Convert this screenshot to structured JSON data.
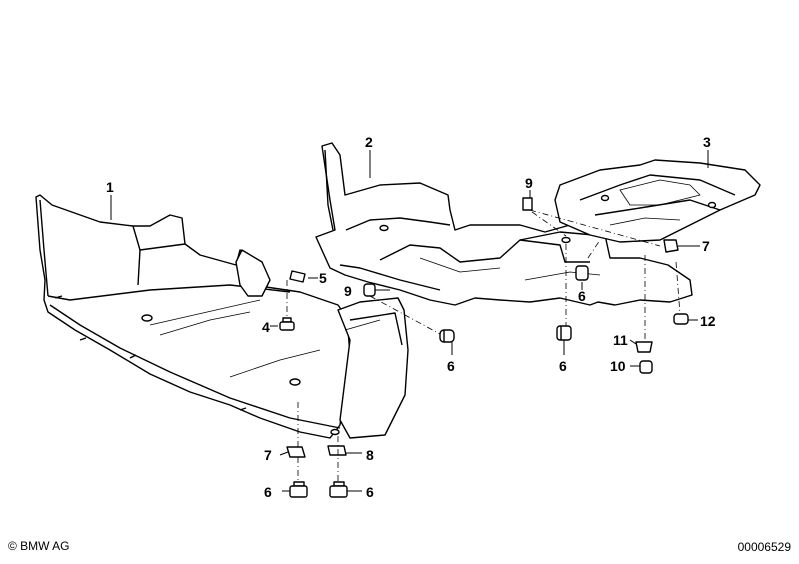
{
  "callouts": [
    "1",
    "2",
    "3",
    "4",
    "5",
    "6",
    "7",
    "8",
    "9",
    "10",
    "11",
    "12"
  ],
  "footer": {
    "copyright": "© BMW AG",
    "reference": "00006529"
  }
}
